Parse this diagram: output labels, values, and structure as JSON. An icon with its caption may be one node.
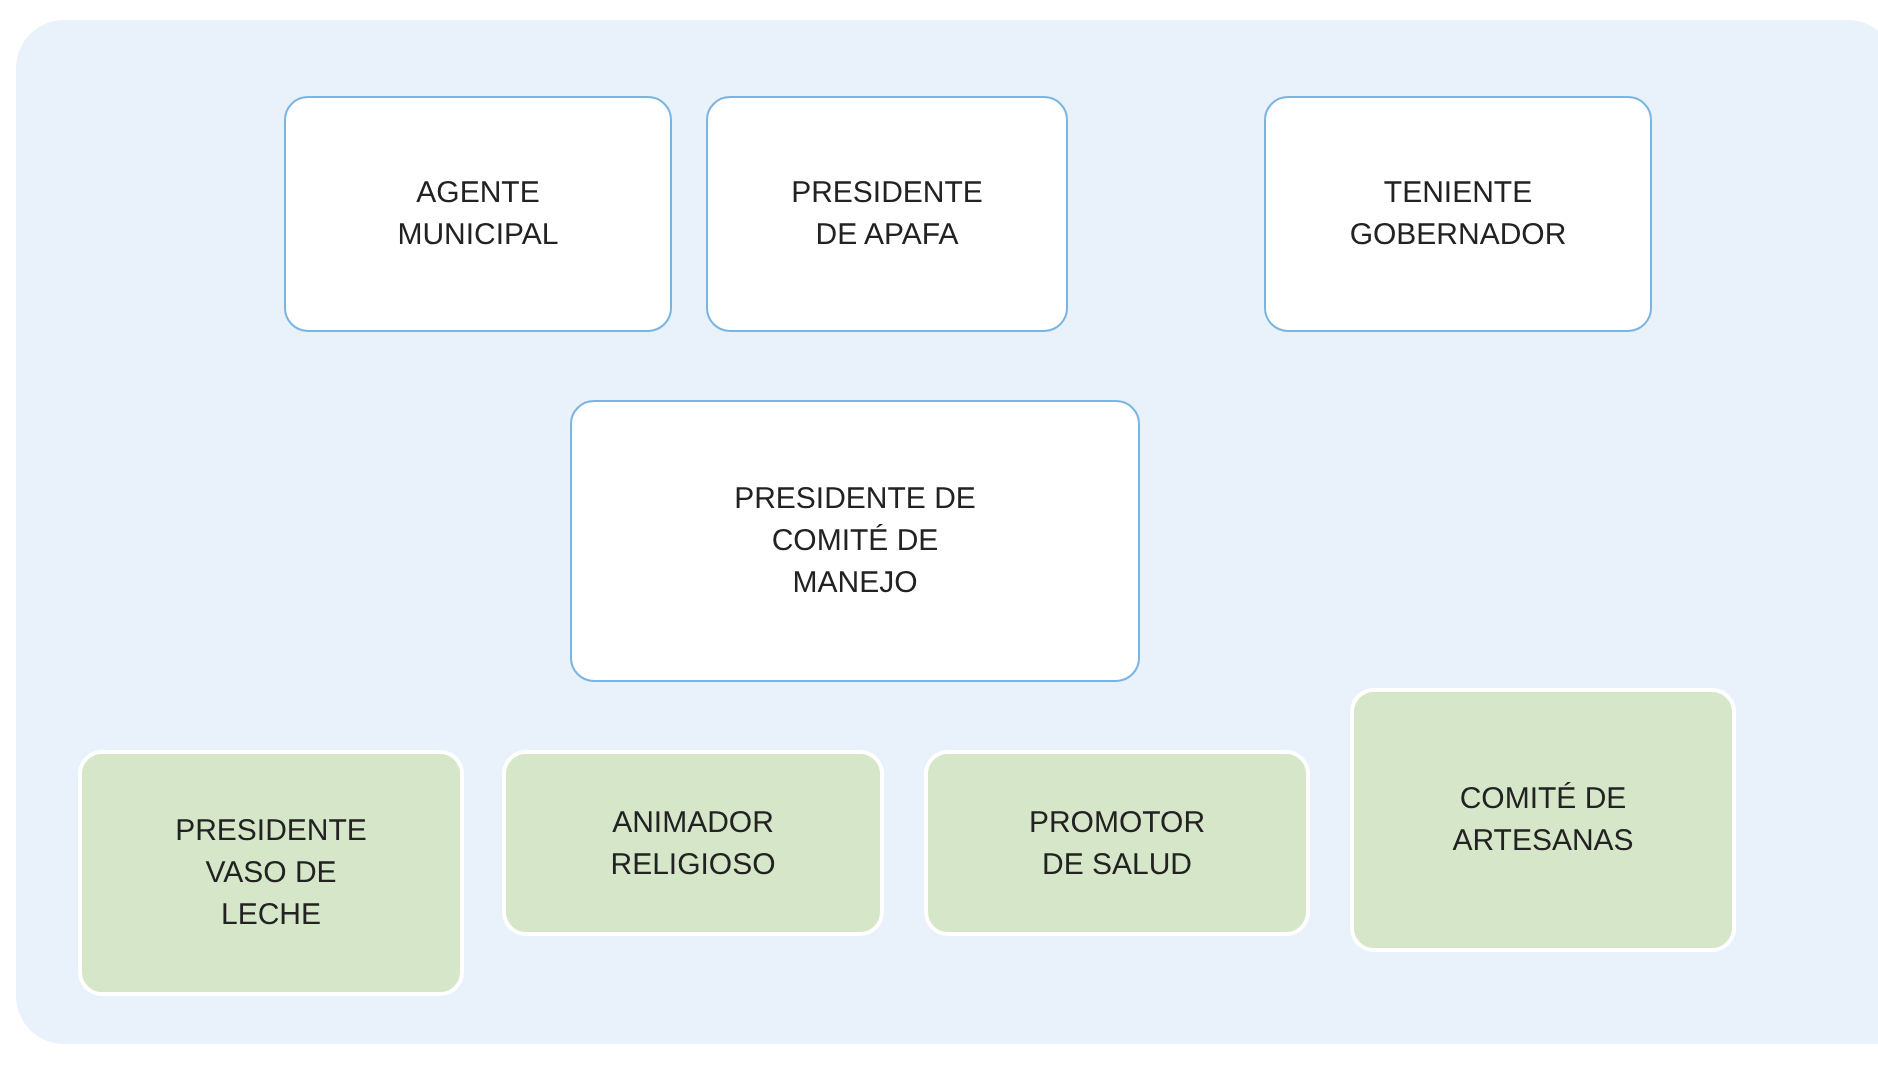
{
  "diagram": {
    "nodes": [
      {
        "text": [],
        "shape": "box"
      },
      {
        "text": [
          "AGENTE MUNICIPAL"
        ],
        "in": 0
      },
      {
        "text": [
          "PRESIDENTE DE APAFA"
        ],
        "in": 0
      },
      {
        "text": [
          "TENIENTE GOBERNADOR"
        ],
        "in": 0
      },
      {
        "text": [
          "PRESIDENTE DE COMITÉ DE MANEJO"
        ],
        "in": 0
      },
      {
        "text": [
          "PRESIDENTE VASO DE LECHE"
        ],
        "in": 0
      },
      {
        "text": [
          "ANIMADOR RELIGIOSO"
        ],
        "in": 0
      },
      {
        "text": [
          "PROMOTOR DE SALUD"
        ],
        "in": 0
      },
      {
        "text": [
          "COMITÉ DE ARTESANAS"
        ],
        "in": 0
      }
    ]
  }
}
